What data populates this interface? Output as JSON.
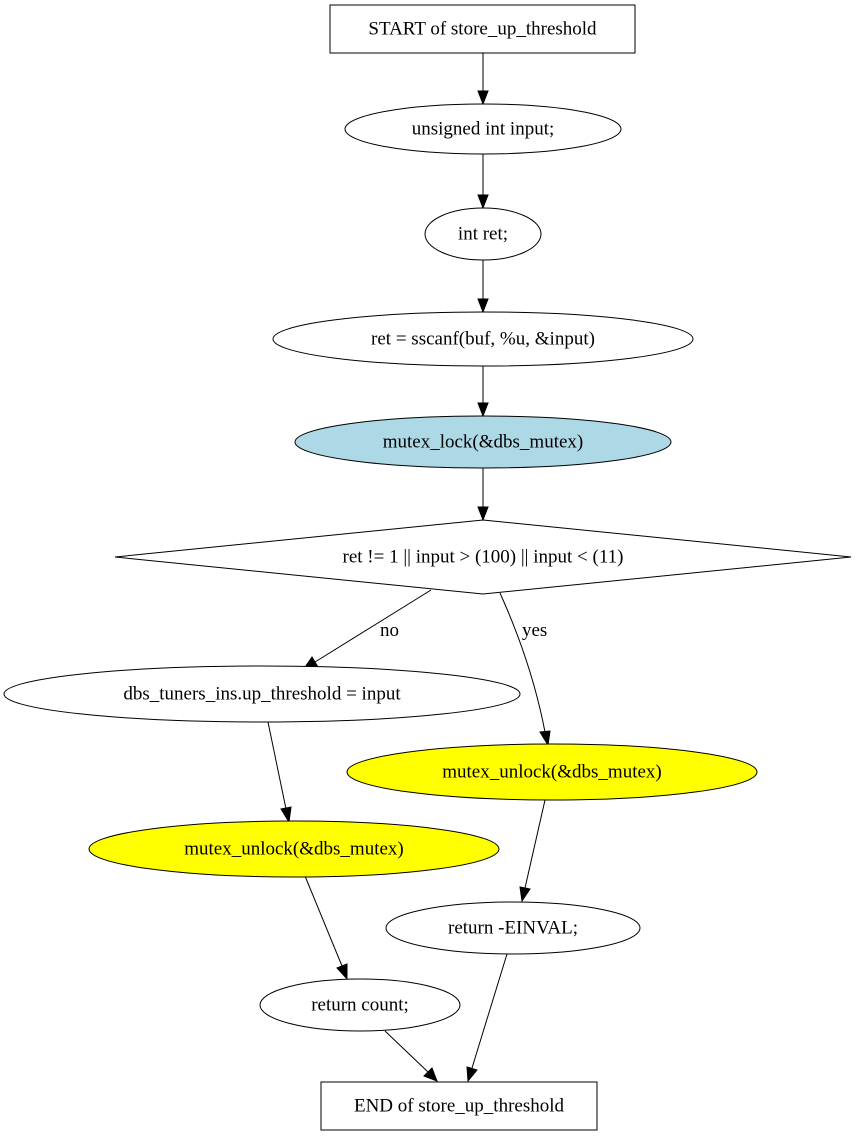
{
  "diagram": {
    "colors": {
      "default_fill": "#ffffff",
      "lock_fill": "#add8e6",
      "unlock_fill": "#ffff00",
      "stroke": "#000000"
    },
    "nodes": {
      "start": {
        "label": "START of store_up_threshold",
        "shape": "rectangle"
      },
      "decl_input": {
        "label": "unsigned int input;",
        "shape": "ellipse"
      },
      "decl_ret": {
        "label": "int ret;",
        "shape": "ellipse"
      },
      "sscanf": {
        "label": "ret = sscanf(buf, %u, &input)",
        "shape": "ellipse"
      },
      "lock": {
        "label": "mutex_lock(&dbs_mutex)",
        "shape": "ellipse",
        "color": "lock_fill"
      },
      "decision": {
        "label": "ret != 1 || input > (100) || input < (11)",
        "shape": "diamond"
      },
      "assign": {
        "label": "dbs_tuners_ins.up_threshold = input",
        "shape": "ellipse"
      },
      "unlock_yes": {
        "label": "mutex_unlock(&dbs_mutex)",
        "shape": "ellipse",
        "color": "unlock_fill"
      },
      "unlock_no": {
        "label": "mutex_unlock(&dbs_mutex)",
        "shape": "ellipse",
        "color": "unlock_fill"
      },
      "return_einval": {
        "label": "return -EINVAL;",
        "shape": "ellipse"
      },
      "return_count": {
        "label": "return count;",
        "shape": "ellipse"
      },
      "end": {
        "label": "END of store_up_threshold",
        "shape": "rectangle"
      }
    },
    "edges": [
      {
        "from": "start",
        "to": "decl_input"
      },
      {
        "from": "decl_input",
        "to": "decl_ret"
      },
      {
        "from": "decl_ret",
        "to": "sscanf"
      },
      {
        "from": "sscanf",
        "to": "lock"
      },
      {
        "from": "lock",
        "to": "decision"
      },
      {
        "from": "decision",
        "to": "assign",
        "label": "no"
      },
      {
        "from": "decision",
        "to": "unlock_yes",
        "label": "yes"
      },
      {
        "from": "assign",
        "to": "unlock_no"
      },
      {
        "from": "unlock_yes",
        "to": "return_einval"
      },
      {
        "from": "unlock_no",
        "to": "return_count"
      },
      {
        "from": "return_einval",
        "to": "end"
      },
      {
        "from": "return_count",
        "to": "end"
      }
    ]
  }
}
